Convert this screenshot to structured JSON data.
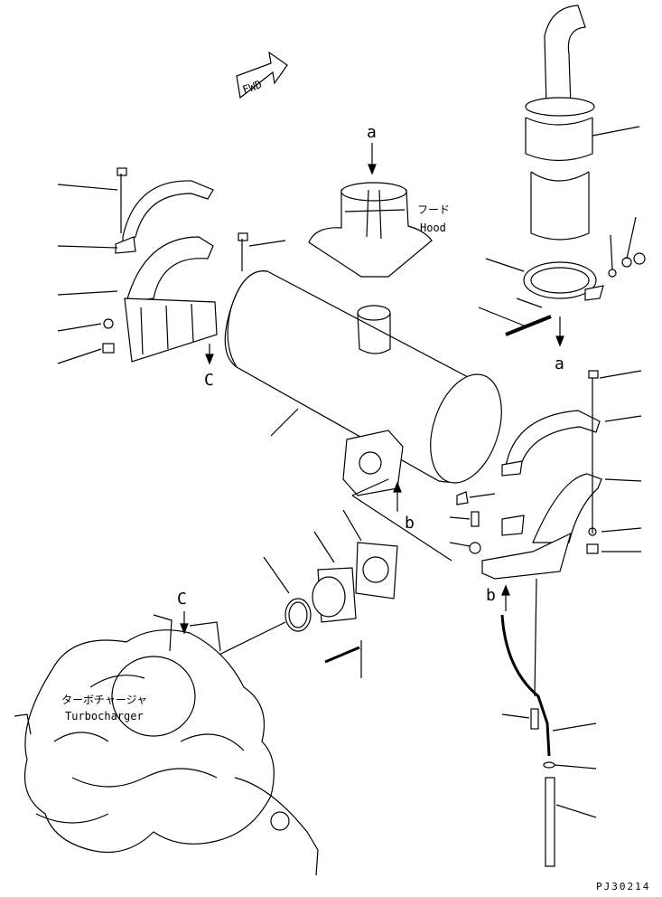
{
  "labels": {
    "fwd": "FWD",
    "hood_jp": "フード",
    "hood_en": "Hood",
    "turbo_jp": "ターボチャージャ",
    "turbo_en": "Turbocharger",
    "a_top": "a",
    "a_bottom": "a",
    "b_left": "b",
    "b_right": "b",
    "c_left": "C",
    "c_bottom": "C",
    "drawing_code": "PJ30214"
  }
}
